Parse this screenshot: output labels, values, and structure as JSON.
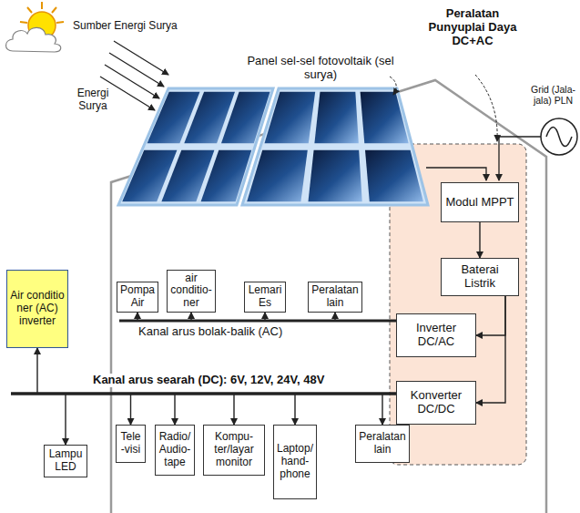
{
  "diagram": {
    "nodes": [
      {
        "text": [
          "Modul MPPT"
        ]
      },
      {
        "text": [
          "Baterai Listrik"
        ]
      },
      {
        "text": [
          "Pompa Air"
        ]
      },
      {
        "text": [
          "air conditio- ner"
        ]
      },
      {
        "text": [
          "Lemari Es"
        ]
      },
      {
        "text": [
          "Peralatan lain"
        ]
      },
      {
        "text": [
          "Air conditio ner (AC) inverter"
        ]
      },
      {
        "text": [
          "Inverter DC/AC"
        ]
      },
      {
        "text": [
          "Konverter DC/DC"
        ]
      },
      {
        "text": [
          "Lampu LED"
        ]
      },
      {
        "text": [
          "Tele -visi"
        ]
      },
      {
        "text": [
          "Radio/ Audio- tape"
        ]
      },
      {
        "text": [
          "Kompu- ter/layar monitor"
        ]
      },
      {
        "text": [
          "Laptop/ hand- phone"
        ]
      },
      {
        "text": [
          "Peralatan lain"
        ]
      }
    ],
    "edges": [
      {
        "from": 0,
        "to": 1,
        "arrow": "to"
      },
      {
        "from": 1,
        "to": 7,
        "arrow": "to"
      },
      {
        "from": 1,
        "to": 8,
        "arrow": "to"
      },
      {
        "from": 7,
        "to": 2,
        "arrow": "to"
      },
      {
        "from": 7,
        "to": 3,
        "arrow": "to"
      },
      {
        "from": 7,
        "to": 4,
        "arrow": "to"
      },
      {
        "from": 7,
        "to": 5,
        "arrow": "to"
      },
      {
        "from": 8,
        "to": 6,
        "arrow": "to"
      },
      {
        "from": 8,
        "to": 9,
        "arrow": "to"
      },
      {
        "from": 8,
        "to": 10,
        "arrow": "to"
      },
      {
        "from": 8,
        "to": 11,
        "arrow": "to"
      },
      {
        "from": 8,
        "to": 12,
        "arrow": "to"
      },
      {
        "from": 8,
        "to": 13,
        "arrow": "to"
      },
      {
        "from": 8,
        "to": 14,
        "arrow": "to"
      }
    ],
    "labels": [
      "Sumber Energi Surya",
      "Energi Surya",
      "Panel sel-sel fotovoltaik (sel surya)",
      "Peralatan Punyuplai Daya DC+AC",
      "Grid (Jala-jala) PLN",
      "Kanal arus bolak-balik (AC)",
      "Kanal arus searah (DC): 6V, 12V, 24V, 48V"
    ]
  }
}
